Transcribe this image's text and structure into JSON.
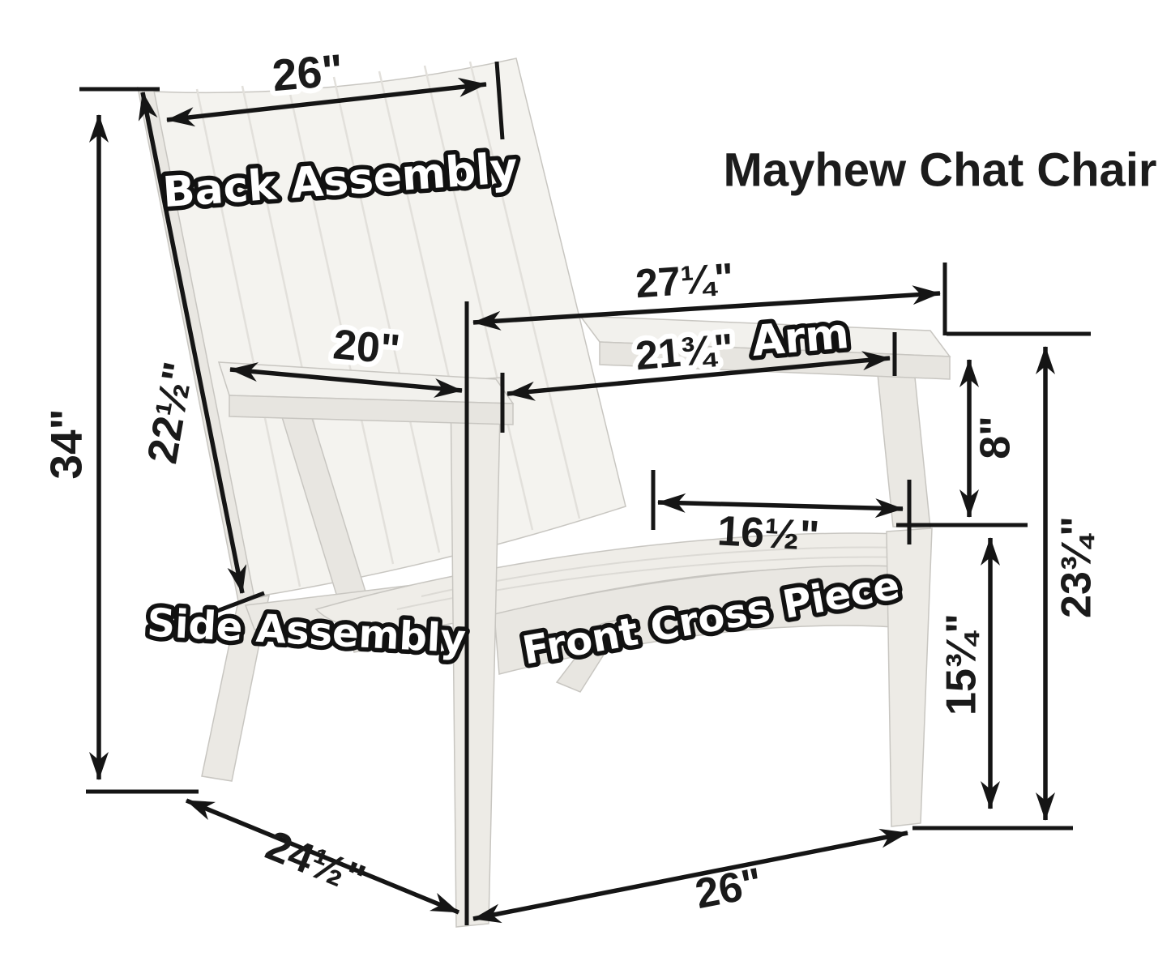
{
  "title": "Mayhew Chat Chair",
  "diagram": {
    "subject": "outdoor chat chair assembly diagram with dimensions",
    "part_labels": {
      "back": "Back Assembly",
      "arm": "Arm",
      "side": "Side Assembly",
      "front_cross": "Front Cross Piece"
    },
    "dimensions": {
      "back_width": "26\"",
      "overall_height": "34\"",
      "back_length": "22½\"",
      "arm_inner_left": "20\"",
      "arm_overall": "27¼\"",
      "arm_inner": "21¾\"",
      "arm_above_seat": "8\"",
      "arm_height_from_floor": "23¾\"",
      "between_arm_posts": "16½\"",
      "seat_height": "15¾\"",
      "depth": "24½\"",
      "front_width": "26\""
    },
    "colors": {
      "line": "#151515",
      "chair_fill_light": "#f4f3ef",
      "chair_fill_mid": "#eceae5",
      "chair_fill_dark": "#e7e5e0",
      "background": "#ffffff"
    }
  }
}
